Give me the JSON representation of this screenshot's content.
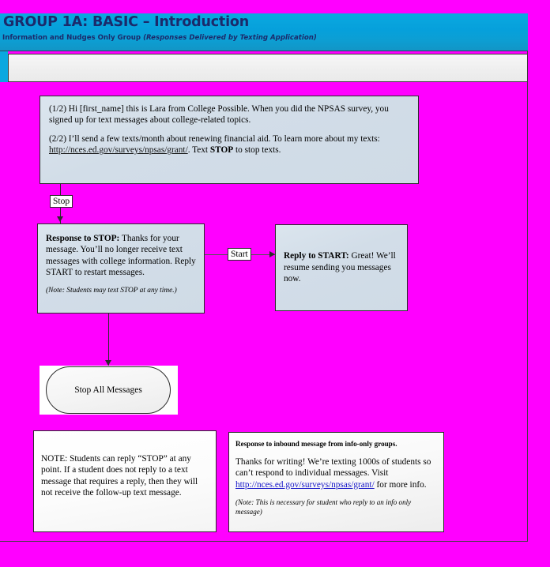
{
  "header": {
    "title": "GROUP 1A: BASIC – Introduction",
    "subtitle_plain": "Information and Nudges Only Group",
    "subtitle_italic": "(Responses Delivered by Texting Application)",
    "bg_color": "#0aa8e0",
    "text_color": "#1b2a6b"
  },
  "canvas": {
    "background_color": "#ff00ff"
  },
  "content_bar": {
    "text": ""
  },
  "message_box": {
    "part1": "(1/2) Hi [first_name] this is Lara from College Possible. When you did the NPSAS survey, you signed up for text messages about college-related topics.",
    "part2_pre": "(2/2) I’ll send a few texts/month about renewing financial aid. To learn more about my texts: ",
    "part2_link": "http://nces.ed.gov/surveys/npsas/grant/",
    "part2_mid": ". Text ",
    "part2_bold": "STOP",
    "part2_post": " to stop texts."
  },
  "edges": {
    "stop_label": "Stop",
    "start_label": "Start"
  },
  "stop_box": {
    "heading": "Response to STOP:",
    "body": " Thanks for your message. You’ll no longer receive text messages with college information. Reply START to restart messages.",
    "note": "(Note: Students may text STOP at any time.)"
  },
  "start_box": {
    "heading": "Reply to START:",
    "body": " Great! We’ll resume sending you messages now."
  },
  "terminator": {
    "label": "Stop All Messages"
  },
  "note_box": {
    "text": "NOTE:   Students can reply “STOP” at any point. If a student does not reply to a text message that requires a reply, then they will not receive the follow-up text message."
  },
  "info_box": {
    "heading": "Response to inbound message from info-only groups.",
    "body_pre": "Thanks for writing! We’re texting 1000s of students so can’t respond to individual messages. Visit ",
    "body_link": "http://nces.ed.gov/surveys/npsas/grant/",
    "body_post": " for more info.",
    "note": "(Note: This is necessary for student who reply to an info only message)"
  }
}
